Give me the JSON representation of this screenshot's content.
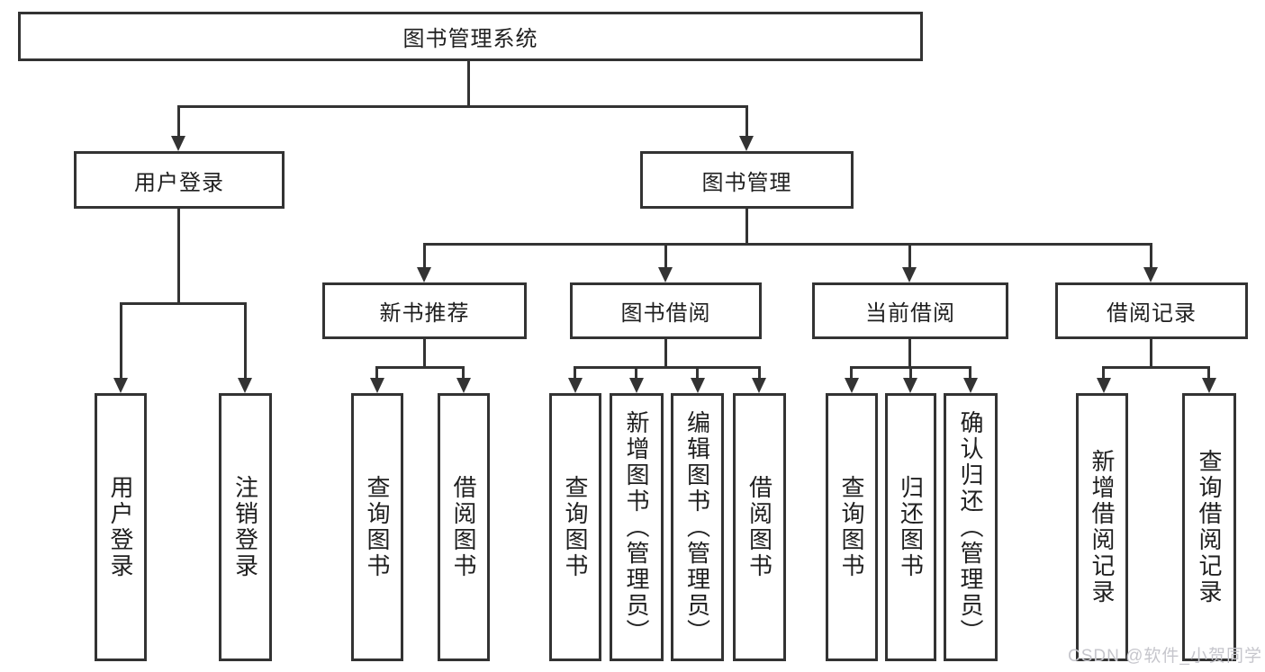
{
  "diagram": {
    "root": {
      "label": "图书管理系统"
    },
    "branches": [
      {
        "label": "用户登录",
        "children": [
          {
            "label": "用户登录"
          },
          {
            "label": "注销登录"
          }
        ]
      },
      {
        "label": "图书管理",
        "children": [
          {
            "label": "新书推荐",
            "children": [
              {
                "label": "查询图书"
              },
              {
                "label": "借阅图书"
              }
            ]
          },
          {
            "label": "图书借阅",
            "children": [
              {
                "label": "查询图书"
              },
              {
                "label": "新增图书（管理员）"
              },
              {
                "label": "编辑图书（管理员）"
              },
              {
                "label": "借阅图书"
              }
            ]
          },
          {
            "label": "当前借阅",
            "children": [
              {
                "label": "查询图书"
              },
              {
                "label": "归还图书"
              },
              {
                "label": "确认归还（管理员）"
              }
            ]
          },
          {
            "label": "借阅记录",
            "children": [
              {
                "label": "新增借阅记录"
              },
              {
                "label": "查询借阅记录"
              }
            ]
          }
        ]
      }
    ]
  },
  "watermark": {
    "text": "CSDN @软件_小贺同学"
  },
  "colors": {
    "line": "#333333",
    "text": "#1f1f1f",
    "background": "#ffffff",
    "watermark": "#c6c6cc"
  }
}
